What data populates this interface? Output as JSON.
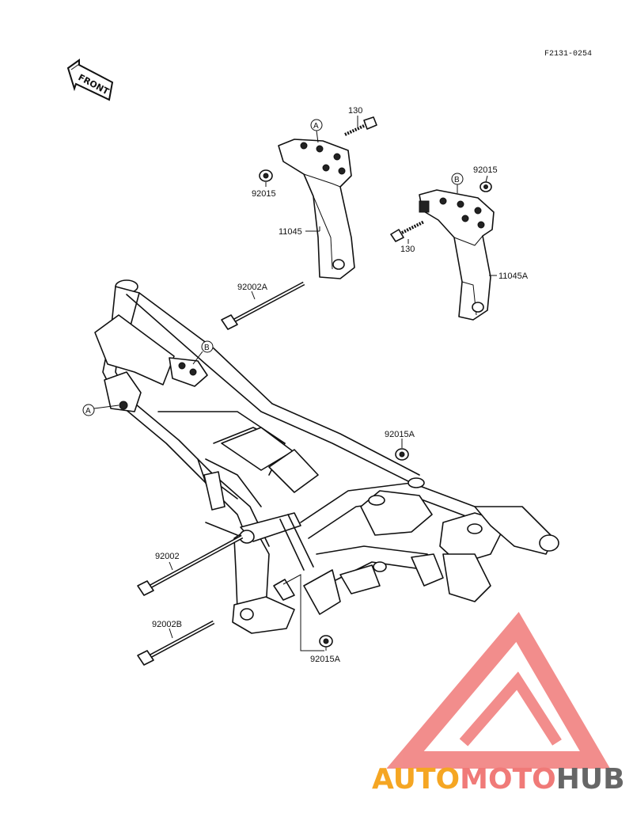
{
  "ref_code": "F2131-0254",
  "front_label": "FRONT",
  "parts": {
    "bolt_130_a": "130",
    "nut_92015_a": "92015",
    "bracket_11045": "11045",
    "circle_a_top": "A",
    "circle_b_top": "B",
    "nut_92015_b": "92015",
    "bolt_130_b": "130",
    "bracket_11045A": "11045A",
    "bolt_92002A": "92002A",
    "circle_b_frame": "B",
    "circle_a_frame": "A",
    "nut_92015A_top": "92015A",
    "bolt_92002": "92002",
    "bolt_92002B": "92002B",
    "nut_92015A_bottom": "92015A"
  },
  "watermark": {
    "part1": "AUTO",
    "part2": "MOTO",
    "part3": "HUB",
    "color_orange": "#f5a623",
    "color_red": "#f07a78",
    "color_gray": "#666666"
  }
}
